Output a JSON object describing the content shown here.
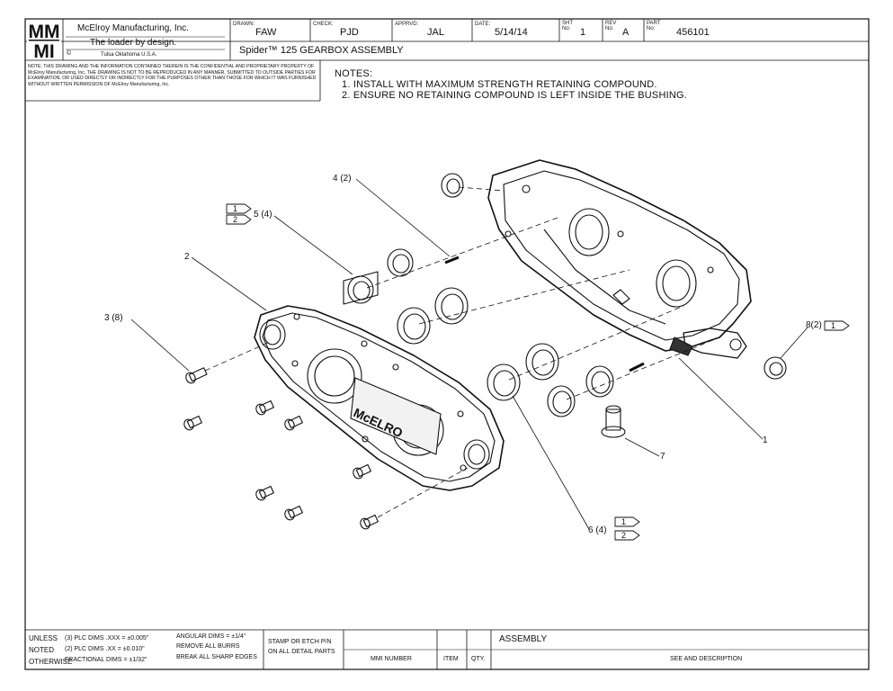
{
  "logo": {
    "top": "MM",
    "bottom": "MI"
  },
  "header": {
    "company": "McElroy Manufacturing, Inc.",
    "tagline": "The loader by design.",
    "location": "Tulsa Oklahoma U.S.A.",
    "drawn_label": "DRAWN:",
    "drawn_value": "FAW",
    "check_label": "CHECK:",
    "check_value": "PJD",
    "apprvd_label": "APPRVD:",
    "apprvd_value": "JAL",
    "date_label": "DATE:",
    "date_value": "5/14/14",
    "sht_label": "SHT No:",
    "sht_value": "1",
    "rev_label": "REV No:",
    "rev_value": "A",
    "part_label": "PART No:",
    "part_value": "456101",
    "title": "Spider™ 125 GEARBOX ASSEMBLY",
    "confidential": "NOTE: THIS DRAWING AND THE INFORMATION CONTAINED THEREIN IS THE CONFIDENTIAL AND PROPRIETARY PROPERTY OF McElroy Manufacturing, Inc. THE DRAWING IS NOT TO BE REPRODUCED IN ANY MANNER, SUBMITTED TO OUTSIDE PARTIES FOR EXAMINATION, OR USED DIRECTLY OR INDIRECTLY FOR THE PURPOSES OTHER THAN THOSE FOR WHICH IT WAS FURNISHED WITHOUT WRITTEN PERMISSION OF McElroy Manufacturing, Inc."
  },
  "notes": {
    "heading": "NOTES:",
    "items": [
      "1. INSTALL WITH MAXIMUM STRENGTH RETAINING COMPOUND.",
      "2. ENSURE NO RETAINING COMPOUND IS LEFT INSIDE THE BUSHING."
    ]
  },
  "callouts": {
    "c4": "4 (2)",
    "c5": "5 (4)",
    "c2": "2",
    "c3": "3 (8)",
    "c8": "8(2)",
    "c1": "1",
    "c7": "7",
    "c6": "6 (4)",
    "flag1": "1",
    "flag2": "2"
  },
  "footer": {
    "unless": "UNLESS",
    "noted": "NOTED",
    "otherwise": "OTHERWISE",
    "tol3": "(3) PLC DIMS .XXX = ±0.005\"",
    "tol2": "(2) PLC DIMS .XX = ±0.010\"",
    "tolf": "FRACTIONAL DIMS = ±1/32\"",
    "angular": "ANGULAR DIMS = ±1/4°",
    "burrs": "REMOVE ALL BURRS",
    "edges": "BREAK ALL SHARP EDGES",
    "stamp1": "STAMP OR ETCH P/N",
    "stamp2": "ON ALL DETAIL PARTS",
    "mmi_number": "MMI NUMBER",
    "item": "ITEM",
    "qty": "QTY.",
    "assembly": "ASSEMBLY",
    "description": "SEE AND DESCRIPTION"
  },
  "plate_text": "McELRO"
}
